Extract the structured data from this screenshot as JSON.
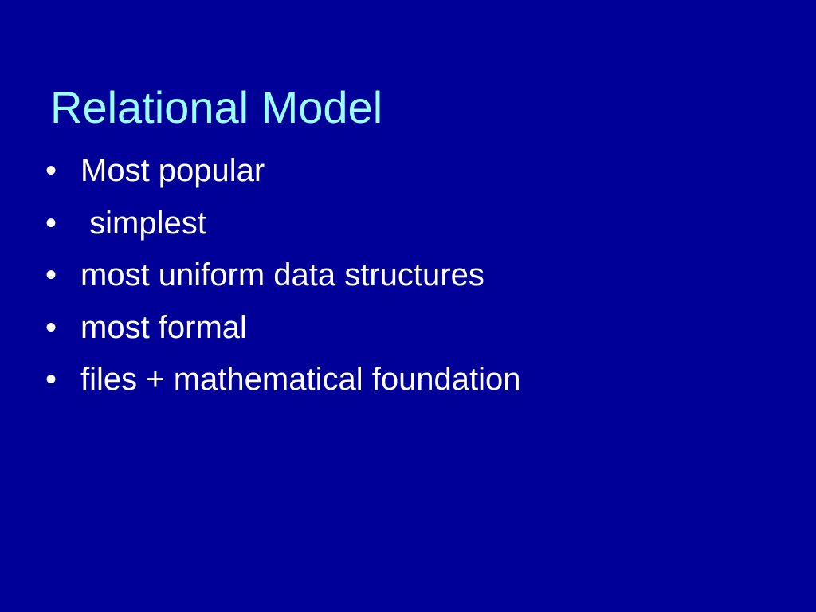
{
  "slide": {
    "title": "Relational Model",
    "bullet_symbol": "•",
    "bullets": [
      "Most popular",
      " simplest",
      "most uniform data structures",
      "most formal",
      "files + mathematical foundation"
    ]
  },
  "colors": {
    "background": "#000099",
    "title": "#99ffff",
    "body_text": "#ffffff"
  }
}
